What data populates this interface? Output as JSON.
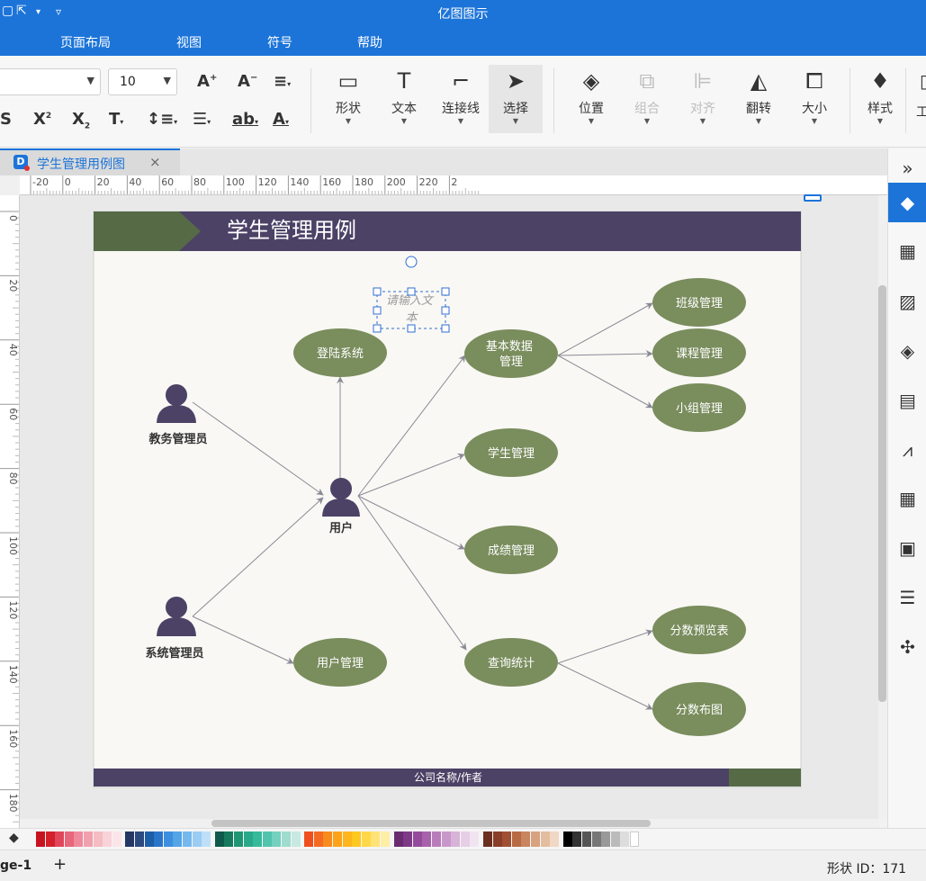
{
  "app": {
    "title": "亿图图示"
  },
  "menu": [
    {
      "label": "页面布局"
    },
    {
      "label": "视图"
    },
    {
      "label": "符号"
    },
    {
      "label": "帮助"
    }
  ],
  "ribbon": {
    "font_size_value": "10",
    "tools": [
      {
        "label": "形状",
        "icon": "rectangle-icon"
      },
      {
        "label": "文本",
        "icon": "text-icon"
      },
      {
        "label": "连接线",
        "icon": "connector-icon"
      },
      {
        "label": "选择",
        "icon": "pointer-icon"
      },
      {
        "label": "位置",
        "icon": "layers-icon"
      },
      {
        "label": "组合",
        "icon": "group-icon"
      },
      {
        "label": "对齐",
        "icon": "align-icon"
      },
      {
        "label": "翻转",
        "icon": "flip-icon"
      },
      {
        "label": "大小",
        "icon": "size-icon"
      },
      {
        "label": "样式",
        "icon": "paint-bucket-icon"
      }
    ],
    "extra": "工"
  },
  "tab": {
    "label": "学生管理用例图",
    "close": "×"
  },
  "rulers": {
    "h_labels": [
      "-20",
      "0",
      "20",
      "40",
      "60",
      "80",
      "100",
      "120",
      "140",
      "160",
      "180",
      "200",
      "220",
      "2"
    ],
    "v_labels": [
      "0",
      "20",
      "40",
      "60",
      "80",
      "100",
      "120",
      "140",
      "160",
      "180"
    ]
  },
  "diagram": {
    "title": "学生管理用例",
    "footer": "公司名称/作者",
    "placeholder_text": "请输入文本",
    "actors": [
      {
        "label": "教务管理员"
      },
      {
        "label": "用户"
      },
      {
        "label": "系统管理员"
      }
    ],
    "usecases": [
      {
        "label": "登陆系统"
      },
      {
        "label": "用户管理"
      },
      {
        "label": "基本数据管理"
      },
      {
        "label": "学生管理"
      },
      {
        "label": "成绩管理"
      },
      {
        "label": "查询统计"
      },
      {
        "label": "班级管理"
      },
      {
        "label": "课程管理"
      },
      {
        "label": "小组管理"
      },
      {
        "label": "分数预览表"
      },
      {
        "label": "分数布图"
      }
    ],
    "colors": {
      "banner": "#4b4266",
      "arrow_block": "#566a46",
      "usecase": "#7a8d5d",
      "actor": "#4b4266",
      "paper": "#f9f8f4"
    }
  },
  "status": {
    "page": "ge-1",
    "shape_id": "形状 ID：171"
  },
  "palette": [
    "#c7131f",
    "#d4202b",
    "#e0475b",
    "#e8677a",
    "#ef8a9c",
    "#f1a1ae",
    "#f5bcc4",
    "#f8d3d9",
    "#fbe5e9",
    "#253865",
    "#2c4a7f",
    "#1d5ea8",
    "#2b75c8",
    "#3d8fde",
    "#54a4e6",
    "#75b8ee",
    "#9accf4",
    "#bfdff8",
    "#0f5a4a",
    "#177a5f",
    "#1f9573",
    "#29a98a",
    "#37b99c",
    "#52c4ad",
    "#74d0bf",
    "#9edccf",
    "#c7e9e1",
    "#ef4f1f",
    "#f36a23",
    "#f88b1d",
    "#fca31a",
    "#fdb61b",
    "#fec81f",
    "#ffd84a",
    "#ffe377",
    "#ffeea5",
    "#6a2c6f",
    "#7e3a87",
    "#944b9c",
    "#a862ac",
    "#b97cbb",
    "#c998ca",
    "#d7b3d7",
    "#e6cfe6",
    "#f1e4f1",
    "#6b2f1f",
    "#8a3e28",
    "#a14f33",
    "#b86a45",
    "#c98560",
    "#d7a27f",
    "#e3bd9f",
    "#f0d8c4",
    "#000000",
    "#333333",
    "#555555",
    "#777777",
    "#999999",
    "#bbbbbb",
    "#dddddd",
    "#ffffff"
  ]
}
